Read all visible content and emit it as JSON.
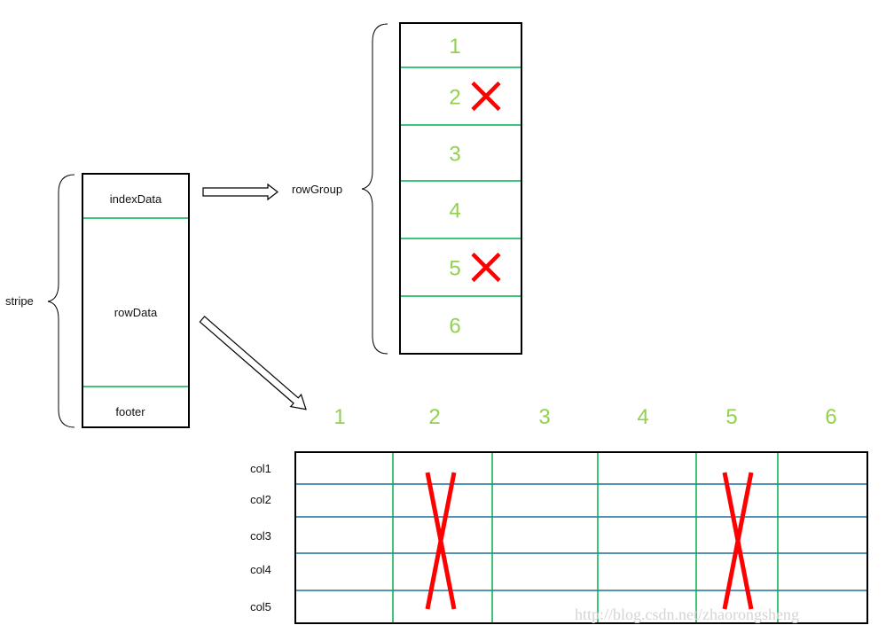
{
  "colors": {
    "border": "#000000",
    "green_line": "#00b050",
    "blue_line": "#1f6f9f",
    "number_green": "#92d050",
    "cross_red": "#ff0000",
    "watermark": "#d4d4d4"
  },
  "stripe": {
    "label": "stripe",
    "sections": {
      "index": "indexData",
      "row": "rowData",
      "footer": "footer"
    }
  },
  "row_group": {
    "label": "rowGroup",
    "rows": [
      {
        "num": "1",
        "removed": false
      },
      {
        "num": "2",
        "removed": true
      },
      {
        "num": "3",
        "removed": false
      },
      {
        "num": "4",
        "removed": false
      },
      {
        "num": "5",
        "removed": true
      },
      {
        "num": "6",
        "removed": false
      }
    ]
  },
  "column_table": {
    "column_numbers": [
      "1",
      "2",
      "3",
      "4",
      "5",
      "6"
    ],
    "removed_columns": [
      "2",
      "5"
    ],
    "row_labels": [
      "col1",
      "col2",
      "col3",
      "col4",
      "col5"
    ]
  },
  "watermark": "http://blog.csdn.net/zhaorongsheng",
  "icons": {
    "arrow_right": "hollow-arrow-right-icon",
    "arrow_diagonal": "hollow-arrow-diagonal-icon",
    "cross": "red-x-icon"
  }
}
